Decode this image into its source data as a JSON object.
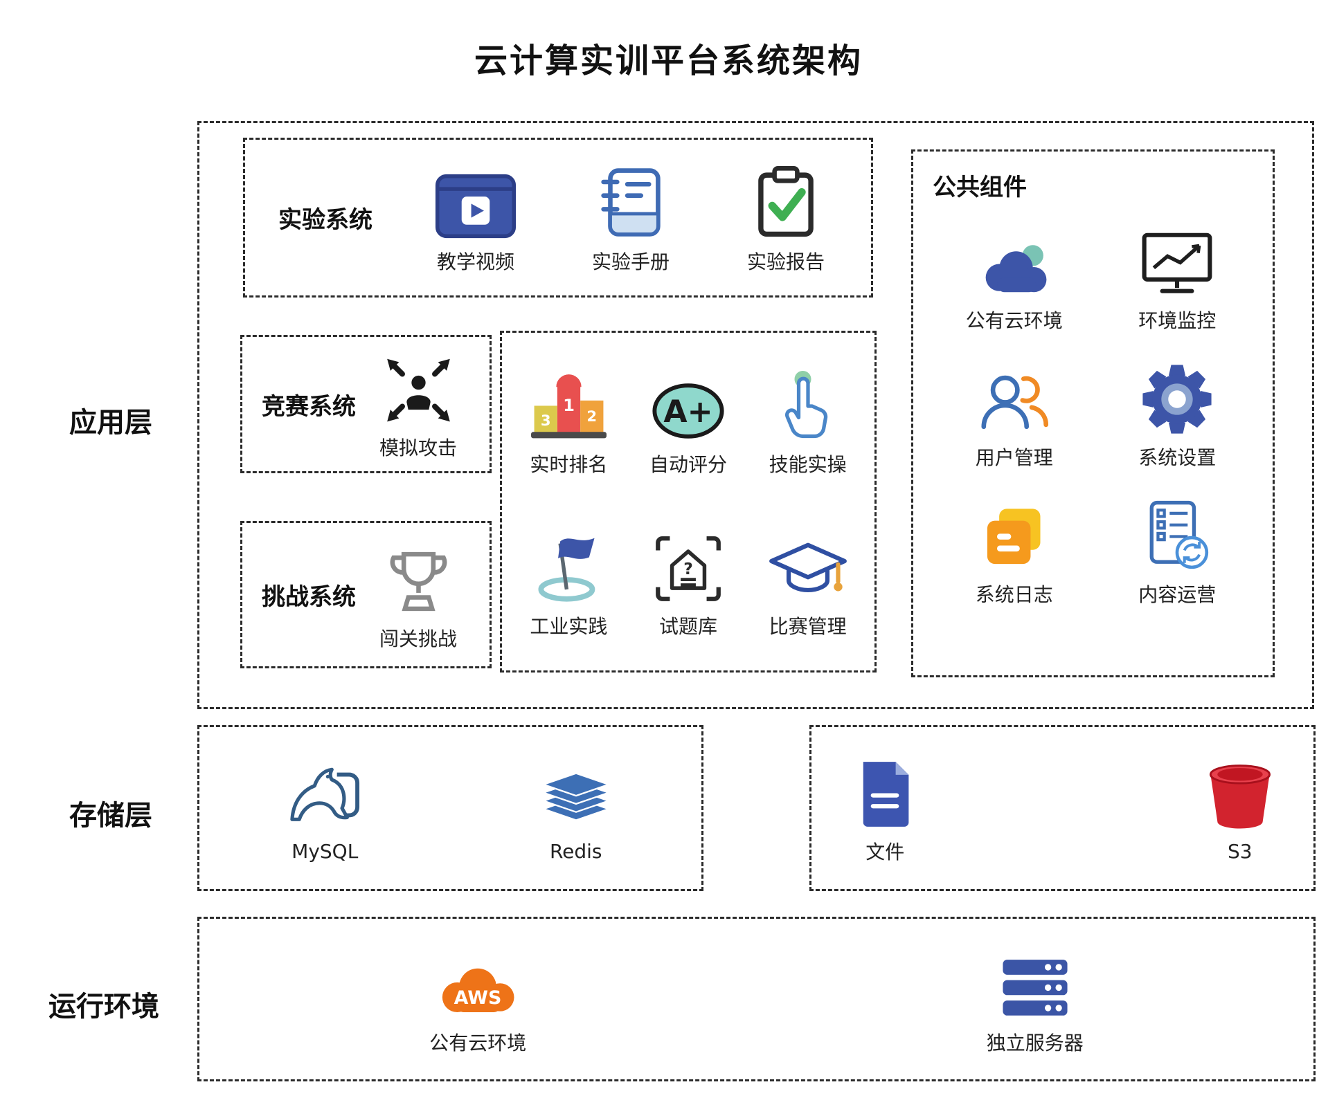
{
  "title": "云计算实训平台系统架构",
  "icon_texts": {
    "grade": "A+",
    "rank_1": "1",
    "rank_2": "2",
    "rank_3": "3",
    "question_mark": "?",
    "aws": "AWS"
  },
  "app": {
    "label": "应用层",
    "experiment": {
      "label": "实验系统",
      "items": [
        {
          "label": "教学视频",
          "icon": "video-player-icon"
        },
        {
          "label": "实验手册",
          "icon": "manual-notebook-icon"
        },
        {
          "label": "实验报告",
          "icon": "report-checklist-icon"
        }
      ]
    },
    "competition": {
      "label": "竞赛系统",
      "items": [
        {
          "label": "模拟攻击",
          "icon": "simulated-attack-icon"
        }
      ]
    },
    "features": {
      "items": [
        {
          "label": "实时排名",
          "icon": "ranking-podium-icon"
        },
        {
          "label": "自动评分",
          "icon": "grade-a-plus-icon"
        },
        {
          "label": "技能实操",
          "icon": "hand-click-icon"
        },
        {
          "label": "工业实践",
          "icon": "practice-flag-icon"
        },
        {
          "label": "试题库",
          "icon": "question-bank-icon"
        },
        {
          "label": "比赛管理",
          "icon": "graduation-cap-icon"
        }
      ]
    },
    "challenge": {
      "label": "挑战系统",
      "items": [
        {
          "label": "闯关挑战",
          "icon": "trophy-icon"
        }
      ]
    },
    "common": {
      "label": "公共组件",
      "items": [
        {
          "label": "公有云环境",
          "icon": "cloud-icon"
        },
        {
          "label": "环境监控",
          "icon": "monitor-chart-icon"
        },
        {
          "label": "用户管理",
          "icon": "users-icon"
        },
        {
          "label": "系统设置",
          "icon": "gear-icon"
        },
        {
          "label": "系统日志",
          "icon": "log-cards-icon"
        },
        {
          "label": "内容运营",
          "icon": "content-sync-icon"
        }
      ]
    }
  },
  "storage": {
    "label": "存储层",
    "database": {
      "items": [
        {
          "label": "MySQL",
          "icon": "mysql-dolphin-icon"
        },
        {
          "label": "Redis",
          "icon": "redis-stack-icon"
        }
      ]
    },
    "files": {
      "items": [
        {
          "label": "文件",
          "icon": "file-document-icon"
        },
        {
          "label": "S3",
          "icon": "s3-bucket-icon"
        }
      ]
    }
  },
  "runtime": {
    "label": "运行环境",
    "items": [
      {
        "label": "公有云环境",
        "icon": "aws-cloud-icon"
      },
      {
        "label": "独立服务器",
        "icon": "server-stack-icon"
      }
    ]
  }
}
